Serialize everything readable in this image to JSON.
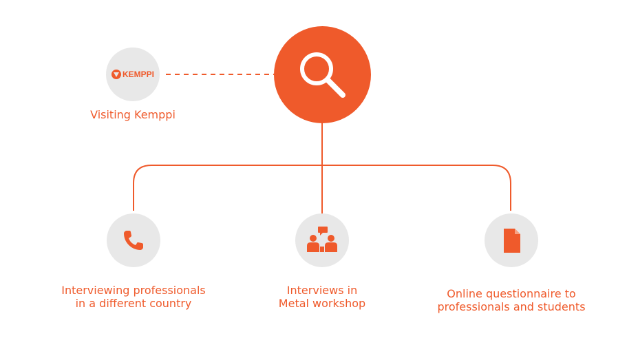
{
  "accent_color": "#ef5a2b",
  "circle_color": "#e8e8e8",
  "center": {
    "icon": "search-icon"
  },
  "kemppi": {
    "logo_text": "KEMPPI",
    "label": "Visiting Kemppi"
  },
  "methods": [
    {
      "icon": "phone-icon",
      "label": "Interviewing professionals\nin a different country"
    },
    {
      "icon": "group-chat-icon",
      "label": "Interviews in\nMetal workshop"
    },
    {
      "icon": "document-icon",
      "label": "Online questionnaire to\nprofessionals and students"
    }
  ]
}
